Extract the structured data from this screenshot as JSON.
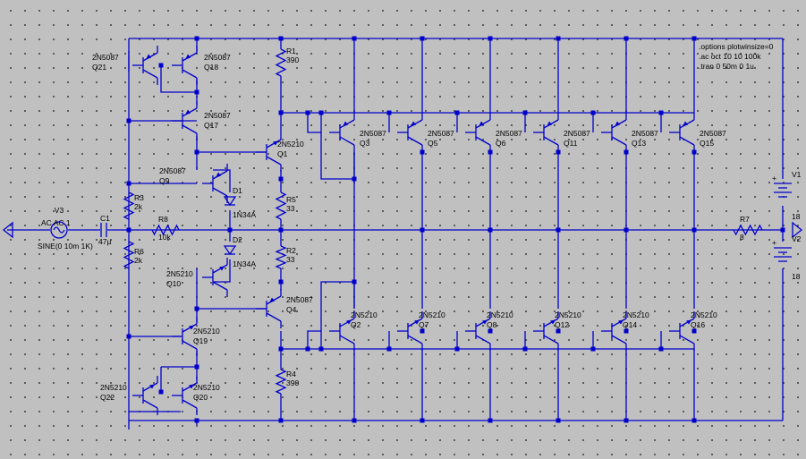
{
  "directives": [
    ".options plotwinsize=0",
    ".ac oct 10 10 100k",
    ".tran 0 50m 0 1u"
  ],
  "transistors": [
    {
      "name": "Q21",
      "model": "2N5087",
      "type": "pnp"
    },
    {
      "name": "Q18",
      "model": "2N5087",
      "type": "pnp"
    },
    {
      "name": "Q17",
      "model": "2N5087",
      "type": "pnp"
    },
    {
      "name": "Q1",
      "model": "2N5210",
      "type": "npn"
    },
    {
      "name": "Q9",
      "model": "2N5087",
      "type": "pnp"
    },
    {
      "name": "Q10",
      "model": "2N5210",
      "type": "npn"
    },
    {
      "name": "Q4",
      "model": "2N5087",
      "type": "pnp"
    },
    {
      "name": "Q19",
      "model": "2N5210",
      "type": "npn"
    },
    {
      "name": "Q20",
      "model": "2N5210",
      "type": "npn"
    },
    {
      "name": "Q22",
      "model": "2N5210",
      "type": "npn"
    },
    {
      "name": "Q3",
      "model": "2N5087",
      "type": "pnp"
    },
    {
      "name": "Q5",
      "model": "2N5087",
      "type": "pnp"
    },
    {
      "name": "Q6",
      "model": "2N5087",
      "type": "pnp"
    },
    {
      "name": "Q11",
      "model": "2N5087",
      "type": "pnp"
    },
    {
      "name": "Q13",
      "model": "2N5087",
      "type": "pnp"
    },
    {
      "name": "Q15",
      "model": "2N5087",
      "type": "pnp"
    },
    {
      "name": "Q2",
      "model": "2N5210",
      "type": "npn"
    },
    {
      "name": "Q7",
      "model": "2N5210",
      "type": "npn"
    },
    {
      "name": "Q8",
      "model": "2N5210",
      "type": "npn"
    },
    {
      "name": "Q12",
      "model": "2N5210",
      "type": "npn"
    },
    {
      "name": "Q14",
      "model": "2N5210",
      "type": "npn"
    },
    {
      "name": "Q16",
      "model": "2N5210",
      "type": "npn"
    }
  ],
  "resistors": [
    {
      "name": "R1",
      "value": "390"
    },
    {
      "name": "R3",
      "value": "2k"
    },
    {
      "name": "R6",
      "value": "2k"
    },
    {
      "name": "R8",
      "value": "10k"
    },
    {
      "name": "R5",
      "value": "33"
    },
    {
      "name": "R2",
      "value": "33"
    },
    {
      "name": "R4",
      "value": "390"
    },
    {
      "name": "R7",
      "value": "8"
    }
  ],
  "diodes": [
    {
      "name": "D1",
      "model": "1N34A"
    },
    {
      "name": "D2",
      "model": "1N34A"
    }
  ],
  "capacitor": {
    "name": "C1",
    "value": "47µ"
  },
  "source": {
    "name": "V3",
    "ac": "AC AC 1",
    "tran": "SINE(0 10m 1K)"
  },
  "supplies": [
    {
      "name": "V1",
      "value": "18"
    },
    {
      "name": "V2",
      "value": "18"
    }
  ],
  "polarity": {
    "plus": "+",
    "minus": "-"
  }
}
